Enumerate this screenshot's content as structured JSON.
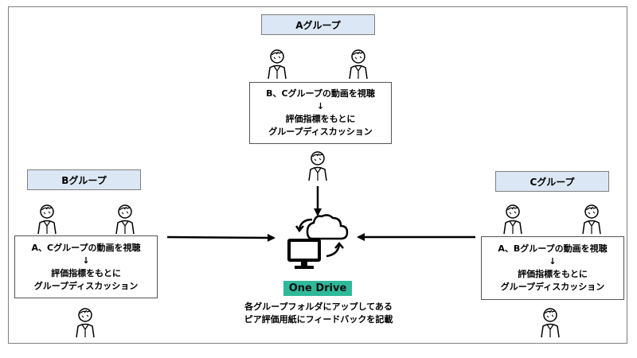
{
  "group_a": {
    "title": "Aグループ",
    "task_line1": "B、Cグループの動画を視聴",
    "arrow_glyph": "↓",
    "task_line2": "評価指標をもとに",
    "task_line3": "グループディスカッション"
  },
  "group_b": {
    "title": "Bグループ",
    "task_line1": "A、Cグループの動画を視聴",
    "arrow_glyph": "↓",
    "task_line2": "評価指標をもとに",
    "task_line3": "グループディスカッション"
  },
  "group_c": {
    "title": "Cグループ",
    "task_line1": "A、Bグループの動画を視聴",
    "arrow_glyph": "↓",
    "task_line2": "評価指標をもとに",
    "task_line3": "グループディスカッション"
  },
  "onedrive": {
    "label": "One Drive",
    "label_bg": "#2fb99a",
    "caption_line1": "各グループフォルダにアップしてある",
    "caption_line2": "ピア評価用紙にフィードバックを記載"
  },
  "icons": [
    "person-icon",
    "computer-icon",
    "cloud-icon",
    "sync-arrows-icon"
  ],
  "colors": {
    "label_fill": "#dbe7f4",
    "frame": "#7f7f7f"
  }
}
